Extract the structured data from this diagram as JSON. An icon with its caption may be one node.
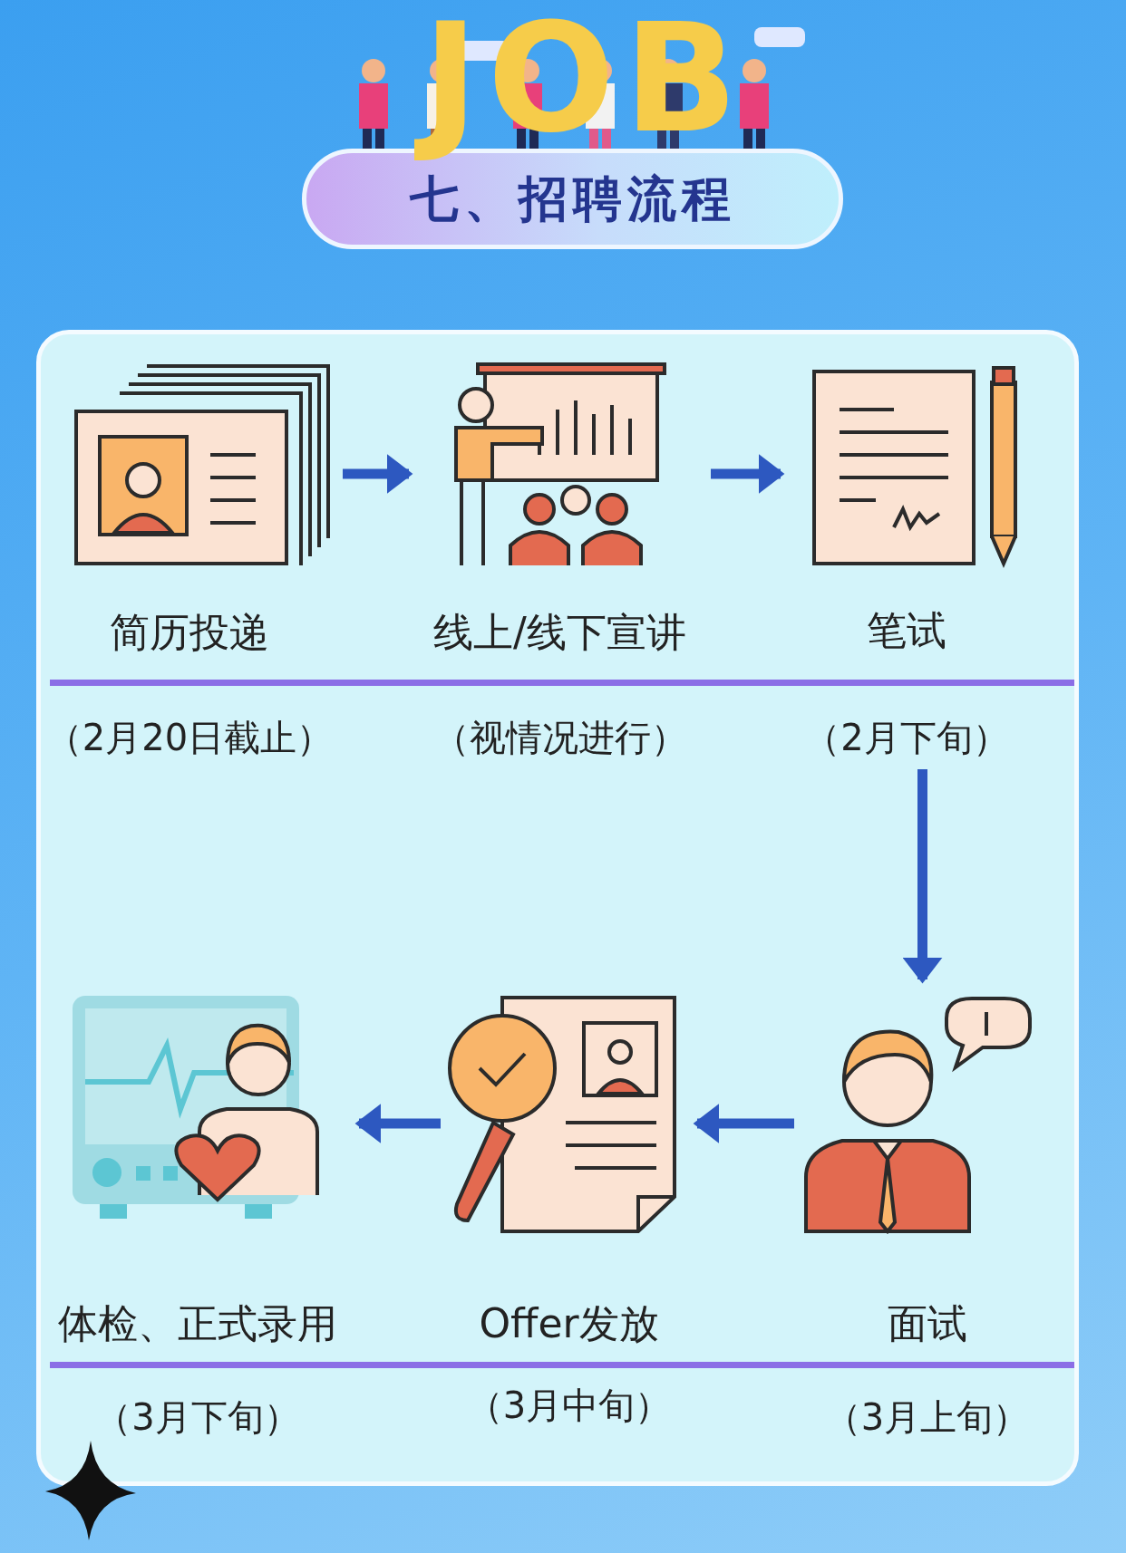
{
  "diagram": {
    "title": "七、招聘流程",
    "nodes": [
      {
        "text": [
          "简历投递",
          "（2月20日截止）"
        ]
      },
      {
        "text": [
          "线上/线下宣讲",
          "（视情况进行）"
        ]
      },
      {
        "text": [
          "笔试",
          "（2月下旬）"
        ]
      },
      {
        "text": [
          "面试",
          "（3月上旬）"
        ]
      },
      {
        "text": [
          "Offer发放",
          "（3月中旬）"
        ]
      },
      {
        "text": [
          "体检、正式录用",
          "（3月下旬）"
        ]
      }
    ],
    "edges": [
      {
        "from": 0,
        "to": 1,
        "arrow": "to"
      },
      {
        "from": 1,
        "to": 2,
        "arrow": "to"
      },
      {
        "from": 2,
        "to": 3,
        "arrow": "to"
      },
      {
        "from": 3,
        "to": 4,
        "arrow": "to"
      },
      {
        "from": 4,
        "to": 5,
        "arrow": "to"
      }
    ],
    "labels": [
      "JOB"
    ]
  }
}
